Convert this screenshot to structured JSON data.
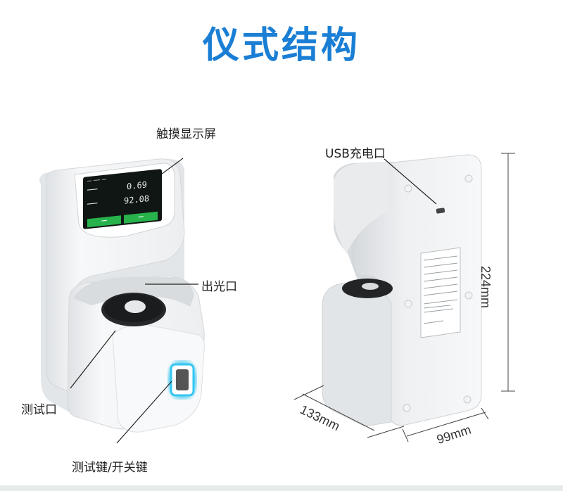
{
  "title": "仪式结构",
  "colors": {
    "title": "#1a7fd4",
    "screen_button": "#27b24c",
    "glow_button": "#36c6f0",
    "device_body": "#f4f5f6"
  },
  "left_view": {
    "labels": {
      "touch_screen": "触摸显示屏",
      "light_outlet": "出光口",
      "test_port": "测试口",
      "test_power_key": "测试键/开关键"
    },
    "screen": {
      "reading_1": "0.69",
      "reading_2": "92.08"
    }
  },
  "right_view": {
    "labels": {
      "usb_port": "USB充电口"
    },
    "dimensions": {
      "height": "224mm",
      "length": "133mm",
      "width": "99mm"
    }
  }
}
